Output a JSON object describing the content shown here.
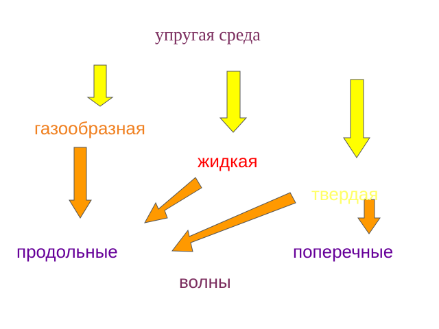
{
  "title": "упругая среда",
  "media": {
    "gas": "газообразная",
    "liquid": "жидкая",
    "solid": "твердая"
  },
  "waves": {
    "longitudinal": "продольные",
    "transverse": "поперечные",
    "common": "волны"
  },
  "colors": {
    "title": "#7B2D5E",
    "gas": "#F08020",
    "liquid": "#FF0000",
    "solid": "#FFFF66",
    "longitudinal": "#660099",
    "transverse": "#660099",
    "common": "#7B2D5E",
    "arrow_yellow": "#FFFF00",
    "arrow_orange": "#FF9900",
    "arrow_stroke": "#555555"
  }
}
